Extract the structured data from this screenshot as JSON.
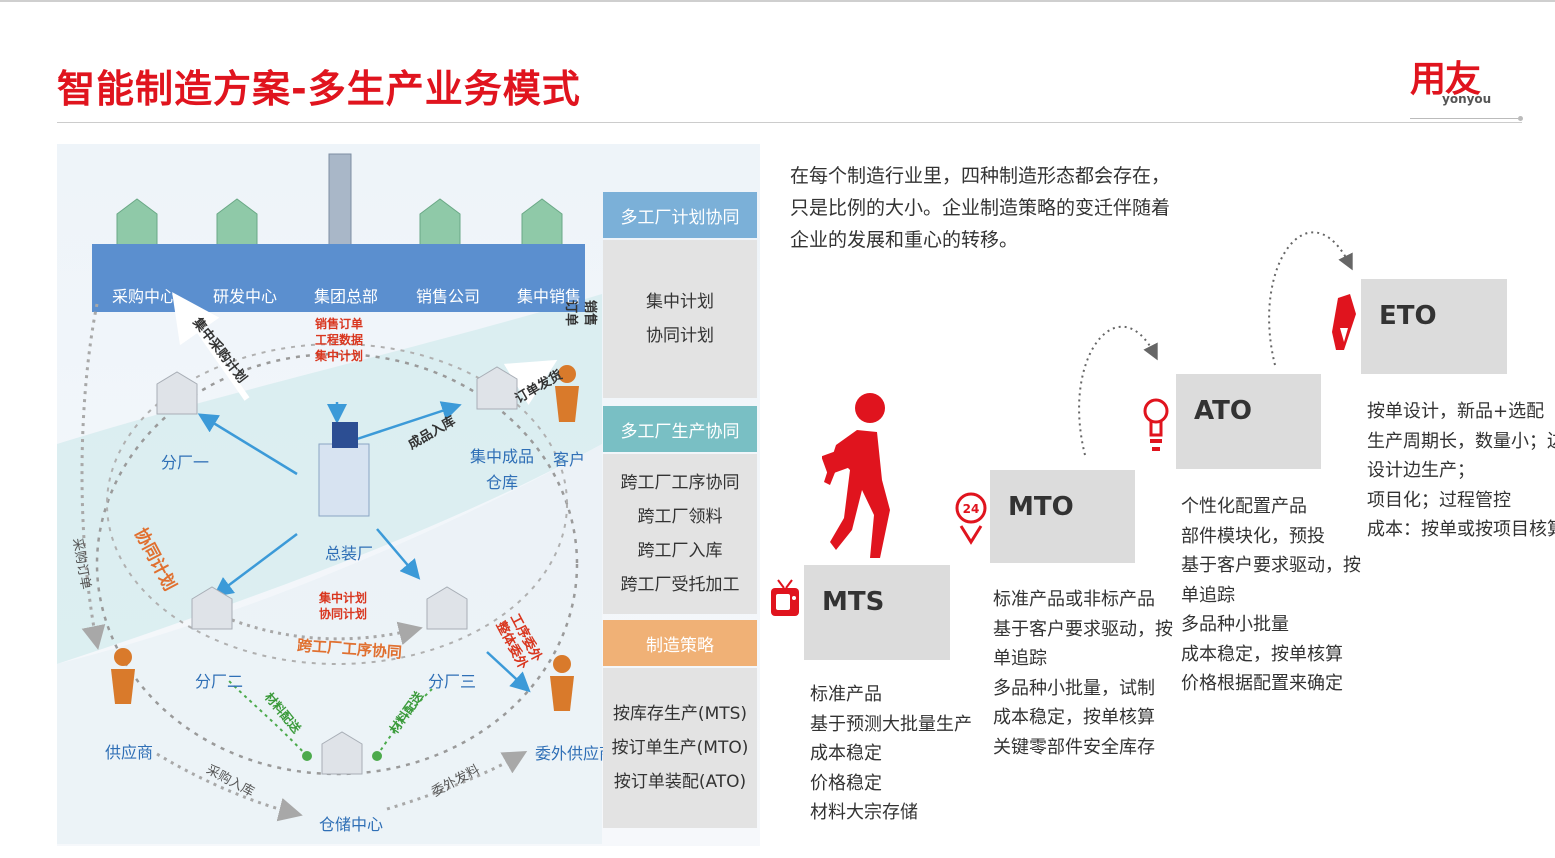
{
  "header": {
    "title": "智能制造方案-多生产业务模式",
    "logo_cn": "用友",
    "logo_en": "yonyou"
  },
  "diagram": {
    "top_bar": [
      "采购中心",
      "研发中心",
      "集团总部",
      "销售公司",
      "集中销售"
    ],
    "nodes": {
      "factory1": "分厂一",
      "factory2": "分厂二",
      "factory3": "分厂三",
      "assembly": "总装厂",
      "warehouse_center": "集中成品\n仓库",
      "customer": "客户",
      "supplier": "供应商",
      "outsourced_supplier": "委外供应商",
      "storage_center": "仓储中心"
    },
    "flow_labels": {
      "central_purchase_plan": "集中采购计划",
      "sales_orders": "销售订单\n工程数据\n集中计划",
      "order_shipping": "订单发货",
      "sales_order_vertical": "销售\n订单",
      "finished_goods_in": "成品入库",
      "collab_plan": "协同计划",
      "purchase_order": "采购订单",
      "central_collab": "集中计划\n协同计划",
      "cross_factory_process": "跨工厂工序协同",
      "process_outsource": "工序委外\n整体委外",
      "material_delivery1": "材料配送",
      "material_delivery2": "材料配送",
      "purchase_in": "采购入库",
      "outsource_material": "委外发料"
    },
    "panel": [
      {
        "header": "多工厂计划协同",
        "items": [
          "集中计划",
          "协同计划"
        ]
      },
      {
        "header": "多工厂生产协同",
        "items": [
          "跨工厂工序协同",
          "跨工厂领料",
          "跨工厂入库",
          "跨工厂受托加工"
        ]
      },
      {
        "header": "制造策略",
        "items": [
          "按库存生产(MTS)",
          "按订单生产(MTO)",
          "按订单装配(ATO)"
        ]
      }
    ]
  },
  "intro": "在每个制造行业里，四种制造形态都会存在，只是比例的大小。企业制造策略的变迁伴随着企业的发展和重心的转移。",
  "modes": [
    {
      "code": "MTS",
      "icon": "tv-icon",
      "lines": [
        "标准产品",
        "基于预测大批量生产",
        "成本稳定",
        "价格稳定",
        "材料大宗存储"
      ]
    },
    {
      "code": "MTO",
      "icon": "clock-24-icon",
      "lines": [
        "标准产品或非标产品",
        "基于客户要求驱动，按",
        "单追踪",
        "多品种小批量，试制",
        "成本稳定，按单核算",
        "关键零部件安全库存"
      ]
    },
    {
      "code": "ATO",
      "icon": "lightbulb-icon",
      "lines": [
        "个性化配置产品",
        "部件模块化，预投",
        "基于客户要求驱动，按",
        "单追踪",
        "多品种小批量",
        "成本稳定，按单核算",
        "价格根据配置来确定"
      ]
    },
    {
      "code": "ETO",
      "icon": "pencil-icon",
      "lines": [
        "按单设计，新品+选配",
        "生产周期长，数量小；边",
        "设计边生产；",
        "项目化；过程管控",
        "成本：按单或按项目核算"
      ]
    }
  ],
  "colors": {
    "brand_red": "#e0141e",
    "panel_blue": "#7bb0d8",
    "panel_teal": "#79bfc4",
    "panel_orange": "#f0b176",
    "box_gray": "#dcdcdc",
    "bar_blue": "#5b8fcf"
  }
}
